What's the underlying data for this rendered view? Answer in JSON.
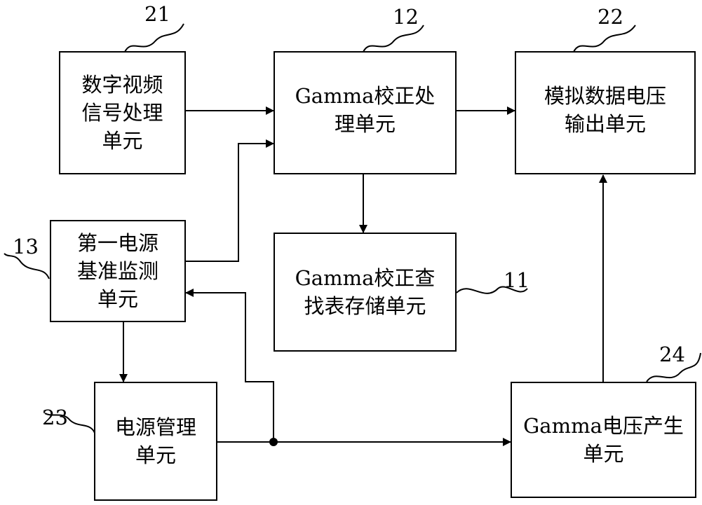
{
  "blocks": {
    "digital_video": {
      "ref": "21",
      "label": "数字视频\n信号处理\n单元"
    },
    "gamma_processing": {
      "ref": "12",
      "label": "Gamma校正处\n理单元"
    },
    "analog_output": {
      "ref": "22",
      "label": "模拟数据电压\n输出单元"
    },
    "power_monitor": {
      "ref": "13",
      "label": "第一电源\n基准监测\n单元"
    },
    "gamma_lut": {
      "ref": "11",
      "label": "Gamma校正查\n找表存储单元"
    },
    "power_management": {
      "ref": "23",
      "label": "电源管理\n单元"
    },
    "gamma_voltage": {
      "ref": "24",
      "label": "Gamma电压产生\n单元"
    }
  }
}
